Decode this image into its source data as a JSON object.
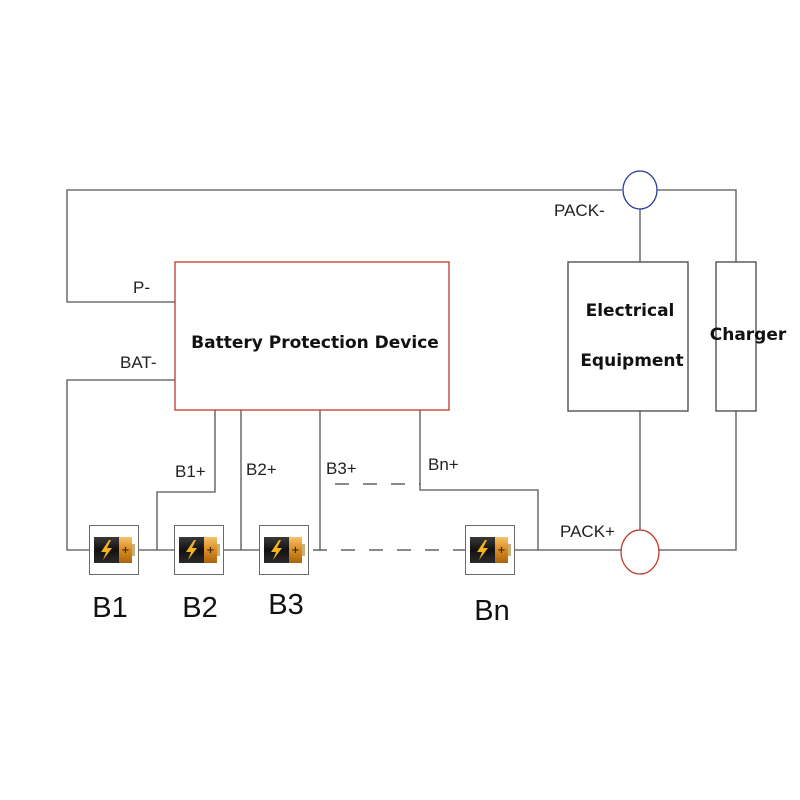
{
  "device": {
    "label": "Battery Protection Device",
    "border_color": "#c0392b"
  },
  "terminals": {
    "p_minus": "P-",
    "bat_minus": "BAT-",
    "b1_plus": "B1+",
    "b2_plus": "B2+",
    "b3_plus": "B3+",
    "bn_plus": "Bn+",
    "pack_minus": "PACK-",
    "pack_plus": "PACK+"
  },
  "pack_minus_color": "#2a3a9c",
  "pack_plus_color": "#c0392b",
  "load": {
    "line1": "Electrical",
    "line2": "Equipment"
  },
  "charger": {
    "label": "Charger"
  },
  "batteries": [
    "B1",
    "B2",
    "B3",
    "Bn"
  ],
  "battery_icon": "battery-cell-icon"
}
